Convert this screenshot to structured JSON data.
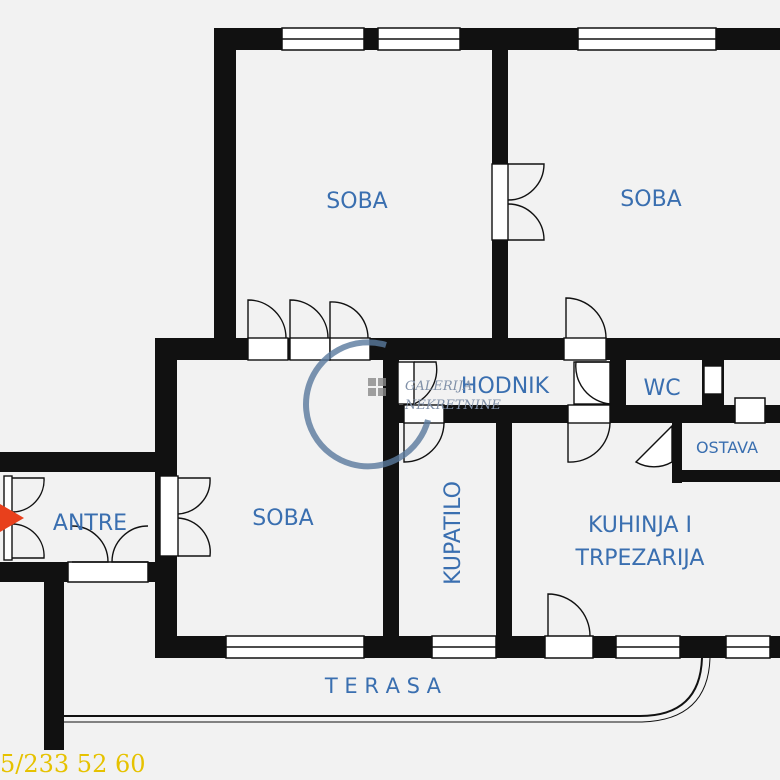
{
  "rooms": {
    "soba_1": "SOBA",
    "soba_2": "SOBA",
    "soba_3": "SOBA",
    "hodnik": "HODNIK",
    "wc": "WC",
    "ostava": "OSTAVA",
    "antre": "ANTRE",
    "kupatilo": "KUPATILO",
    "kuhinja_line1": "KUHINJA I",
    "kuhinja_line2": "TRPEZARIJA",
    "terasa": "T E R A S A"
  },
  "watermark": {
    "line1": "GALERIJA",
    "line2": "NEKRETNINE"
  },
  "phone": "5/233 52 60",
  "colors": {
    "wall": "#111111",
    "label": "#3a6fb0",
    "entry_arrow": "#e8401c",
    "phone": "#e6c200",
    "background": "#f2f2f2"
  }
}
